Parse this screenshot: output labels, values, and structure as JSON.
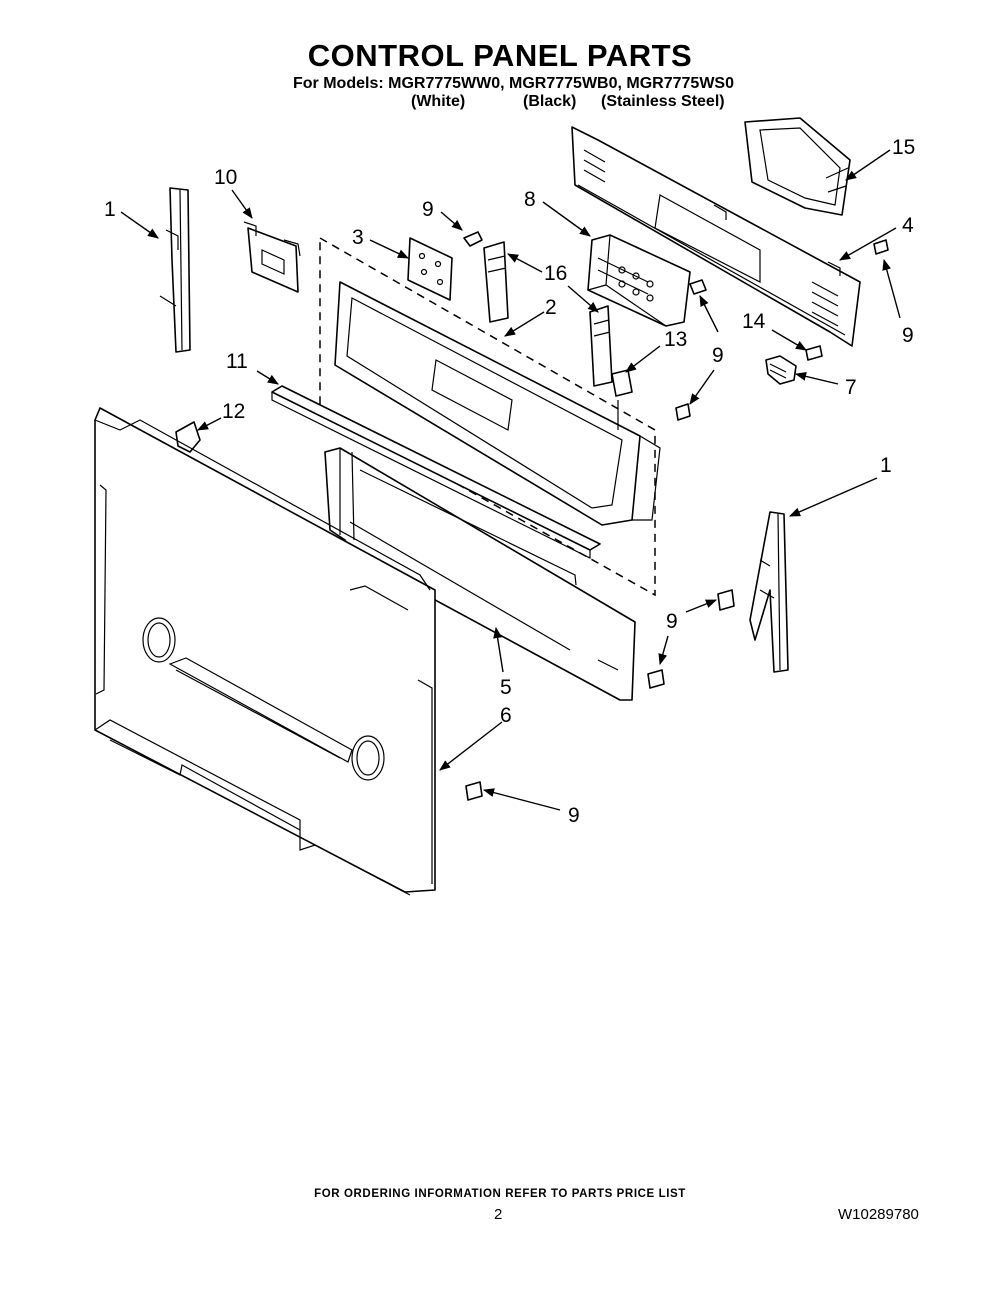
{
  "header": {
    "title": "CONTROL PANEL PARTS",
    "models_line": "For Models: MGR7775WW0, MGR7775WB0, MGR7775WS0",
    "variants": [
      "(White)",
      "(Black)",
      "(Stainless Steel)"
    ]
  },
  "callouts": {
    "c1a": "1",
    "c1b": "1",
    "c2": "2",
    "c3": "3",
    "c4": "4",
    "c5": "5",
    "c6": "6",
    "c7": "7",
    "c8": "8",
    "c9a": "9",
    "c9b": "9",
    "c9c": "9",
    "c9d": "9",
    "c9e": "9",
    "c10": "10",
    "c11": "11",
    "c12": "12",
    "c13": "13",
    "c14": "14",
    "c15": "15",
    "c16": "16"
  },
  "footer": {
    "ordering_note": "FOR ORDERING INFORMATION REFER TO PARTS PRICE LIST",
    "page_number": "2",
    "document_number": "W10289780"
  }
}
